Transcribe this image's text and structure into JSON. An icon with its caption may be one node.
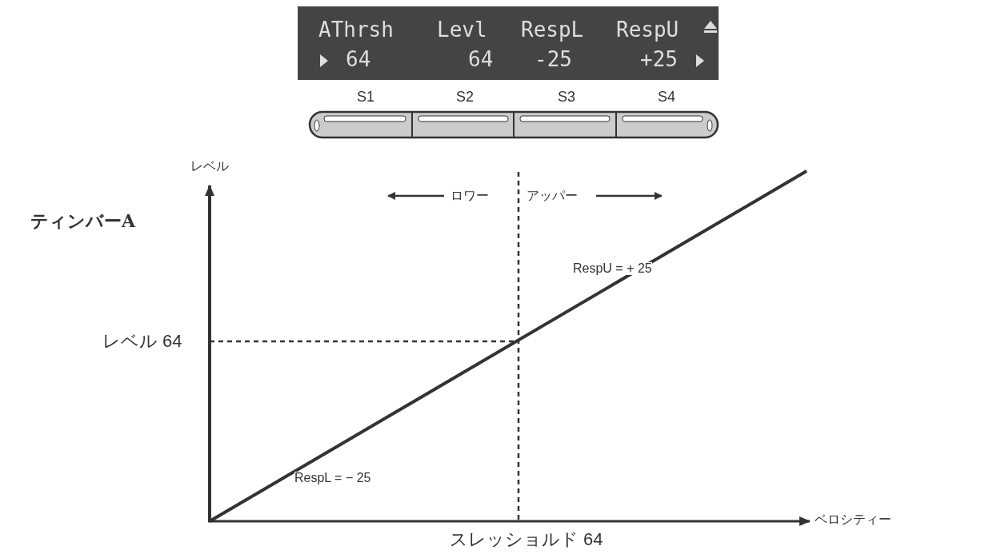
{
  "diagram": {
    "labels": [
      "AThrsh",
      "Levl",
      "RespL",
      "RespU",
      "64",
      "64",
      "-25",
      "+25",
      "S1",
      "S2",
      "S3",
      "S4",
      "レベル",
      "ティンバーA",
      "ロワー",
      "アッパー",
      "RespU = + 25",
      "レベル 64",
      "RespL = − 25",
      "ベロシティー",
      "スレッショルド 64"
    ]
  }
}
